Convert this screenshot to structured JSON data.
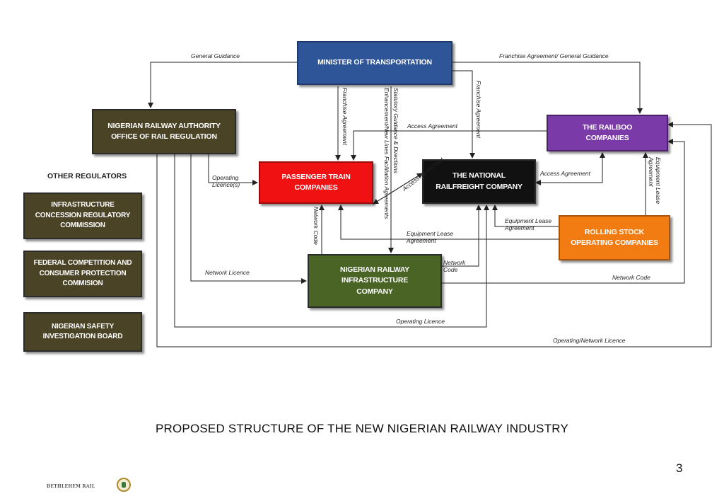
{
  "boxes": {
    "minister": "MINISTER OF TRANSPORTATION",
    "nra": "NIGERIAN RAILWAY AUTHORITY\nOFFICE OF RAIL REGULATION",
    "railboo": "THE RAILBOO\nCOMPANIES",
    "passenger": "PASSENGER TRAIN\nCOMPANIES",
    "railfreight": "THE NATIONAL\nRAILFREIGHT COMPANY",
    "rolling_stock": "ROLLING STOCK\nOPERATING COMPANIES",
    "infrastructure": "NIGERIAN RAILWAY\nINFRASTRUCTURE\nCOMPANY"
  },
  "other_regulators": {
    "heading": "OTHER REGULATORS",
    "items": [
      "INFRASTRUCTURE\nCONCESSION REGULATORY\nCOMMISSION",
      "FEDERAL COMPETITION AND\nCONSUMER PROTECTION\nCOMMISION",
      "NIGERIAN SAFETY\nINVESTIGATION BOARD"
    ]
  },
  "labels": {
    "general_guidance": "General Guidance",
    "franchise_general": "Franchise Agreement/ General Guidance",
    "franchise_agreement_1": "Franchise Agreement",
    "franchise_agreement_2": "Franchise Agreement",
    "statutory_guidance": "Statutory Guidance & Directions",
    "enhancement": "Enhancement/New Lines Facilitation Agreements",
    "access_agreement_top": "Access Agreement",
    "access_agreement_diag": "Access Agreement",
    "access_agreement_right": "Access Agreement",
    "operating_licence_s": "Operating\nLicence(s)",
    "network_code_vert": "Network Code",
    "network_code_short": "Network\nCode",
    "equipment_lease_1": "Equipment Lease\nAgreement",
    "equipment_lease_2": "Equipment Lease\nAgreement",
    "equipment_lease_vert": "Equipment Lease\nAgreement",
    "network_licence": "Network Licence",
    "network_code_right": "Network Code",
    "operating_licence": "Operating Licence",
    "operating_network_licence": "Operating/Network  Licence"
  },
  "caption": "PROPOSED STRUCTURE OF THE NEW NIGERIAN RAILWAY INDUSTRY",
  "page_number": "3",
  "logo": {
    "text": "BETHLEHEM RAIL"
  },
  "colors": {
    "minister": "#2e5597",
    "nra": "#4a4326",
    "railboo": "#7a3aa8",
    "passenger": "#f01212",
    "railfreight": "#111111",
    "rolling_stock": "#f27b12",
    "infrastructure": "#4a6426",
    "regulators": "#4a4326"
  }
}
